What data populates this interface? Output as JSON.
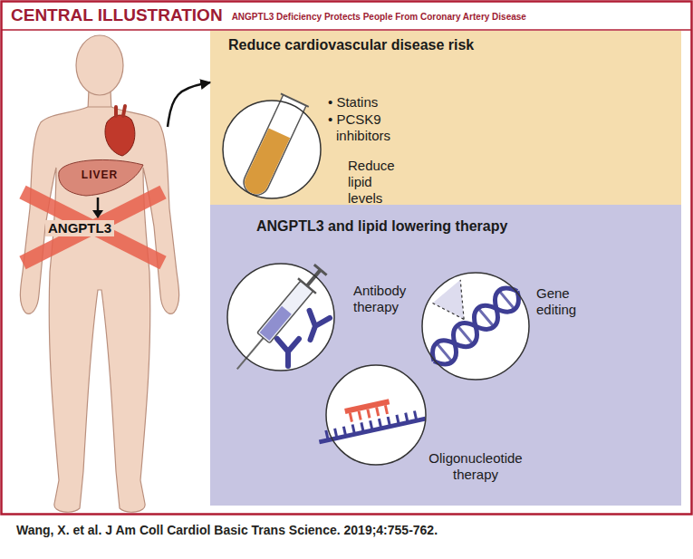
{
  "diagram": {
    "title": "CENTRAL ILLUSTRATION",
    "caption": "Wang, X. et al. J Am Coll Cardiol Basic Trans Science. 2019;4:755-762.",
    "nodes": [
      {
        "text": [
          "LIVER",
          "ANGPTL3"
        ]
      },
      {
        "text": [
          "Reduce cardiovascular disease risk"
        ]
      },
      {
        "text": [
          "• Statins",
          "• PCSK9 inhibitors",
          "Reduce lipid levels"
        ],
        "in": 1
      },
      {
        "text": [
          "ANGPTL3 and lipid lowering therapy"
        ]
      },
      {
        "text": [
          "Antibody therapy"
        ],
        "in": 3
      },
      {
        "text": [
          "Gene editing"
        ],
        "in": 3
      },
      {
        "text": [
          "Oligonucleotide therapy"
        ],
        "in": 3
      }
    ],
    "edges": [
      {
        "from": 0,
        "to": 1,
        "arrow": "to"
      }
    ],
    "labels": [
      "ANGPTL3 Deficiency Protects People From Coronary Artery Disease"
    ]
  }
}
